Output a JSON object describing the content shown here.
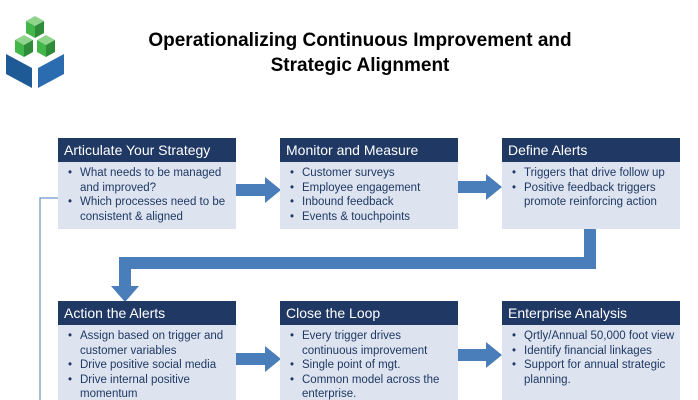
{
  "title": {
    "line1": "Operationalizing Continuous Improvement and",
    "line2": "Strategic Alignment"
  },
  "colors": {
    "header_bg": "#1f3864",
    "body_bg": "#dde4ef",
    "arrow": "#4a7ebb",
    "logo_green": "#43b649",
    "logo_blue": "#1e5a96"
  },
  "boxes": [
    {
      "title": "Articulate Your Strategy",
      "bullets": [
        "What needs to be managed and improved?",
        "Which processes need to be consistent & aligned"
      ]
    },
    {
      "title": "Monitor and Measure",
      "bullets": [
        "Customer surveys",
        "Employee engagement",
        "Inbound feedback",
        "Events & touchpoints"
      ]
    },
    {
      "title": "Define Alerts",
      "bullets": [
        "Triggers that drive follow up",
        "Positive feedback triggers promote reinforcing action"
      ]
    },
    {
      "title": "Action the Alerts",
      "bullets": [
        "Assign based on trigger and customer variables",
        "Drive positive social media",
        "Drive internal positive momentum"
      ]
    },
    {
      "title": "Close the Loop",
      "bullets": [
        "Every trigger drives continuous improvement",
        "Single point of mgt.",
        "Common model across the enterprise."
      ]
    },
    {
      "title": "Enterprise Analysis",
      "bullets": [
        "Qrtly/Annual 50,000 foot view",
        "Identify financial linkages",
        "Support for annual strategic planning."
      ]
    }
  ]
}
